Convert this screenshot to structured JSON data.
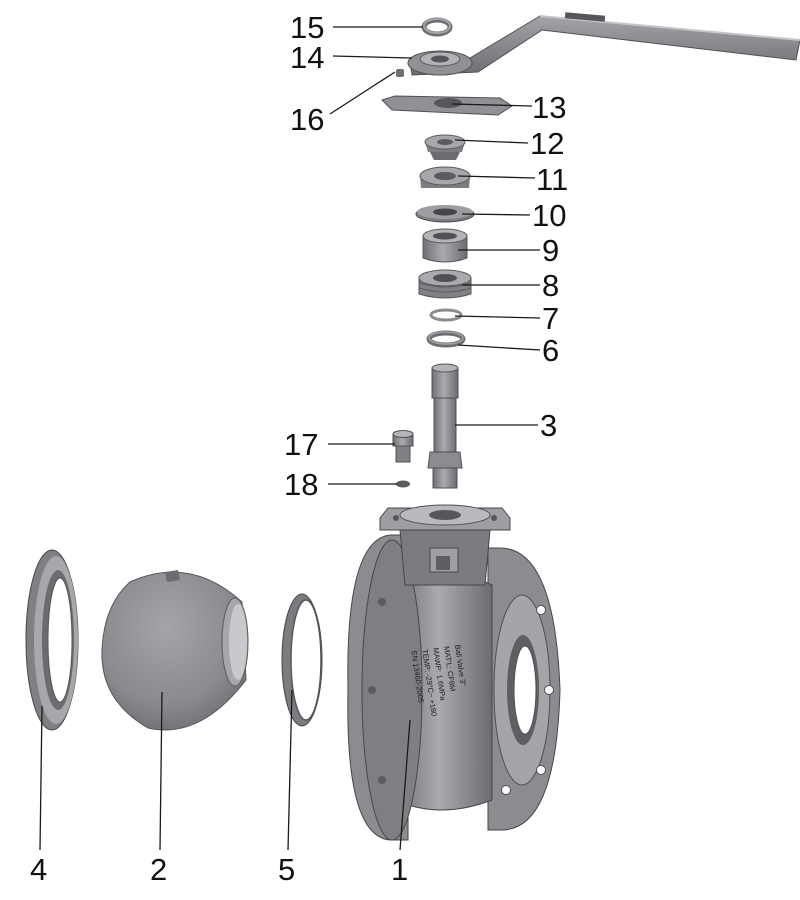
{
  "parts": {
    "p1": "1",
    "p2": "2",
    "p3": "3",
    "p4": "4",
    "p5": "5",
    "p6": "6",
    "p7": "7",
    "p8": "8",
    "p9": "9",
    "p10": "10",
    "p11": "11",
    "p12": "12",
    "p13": "13",
    "p14": "14",
    "p15": "15",
    "p16": "16",
    "p17": "17",
    "p18": "18"
  },
  "body_markings": {
    "line1": "Ball Valve 3\"",
    "line2": "MAT'L: CF8M",
    "line3": "MAWP: 1.6MPa",
    "line4": "TEMP: -29°C~ +180",
    "line5": "EN 13460-2005"
  },
  "colors": {
    "metal": "#8a8c90",
    "metal_light": "#b6b8bc",
    "metal_dark": "#5d5f63",
    "ink": "#111111"
  }
}
